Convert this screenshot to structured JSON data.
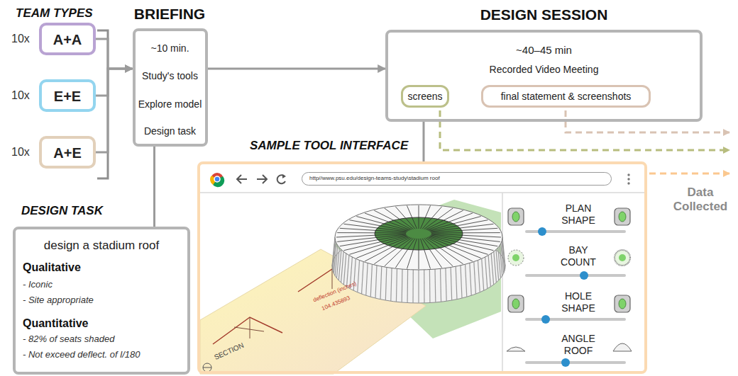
{
  "diagram": {
    "nodes": [
      {
        "text": [
          "A+A"
        ]
      },
      {
        "text": [
          "E+E"
        ]
      },
      {
        "text": [
          "A+E"
        ]
      },
      {
        "text": [
          "BRIEFING",
          "~10 min.",
          "Study's tools",
          "Explore model",
          "Design task"
        ]
      },
      {
        "text": [
          "DESIGN SESSION",
          "~40–45 min",
          "Recorded Video Meeting"
        ]
      },
      {
        "text": [
          "screens"
        ],
        "in": 4
      },
      {
        "text": [
          "final statement & screenshots"
        ],
        "in": 4
      },
      {
        "text": [
          "SAMPLE TOOL INTERFACE"
        ]
      },
      {
        "text": [
          "http//www.psu.edu/design-teams-study\\stadium roof"
        ],
        "in": 7
      },
      {
        "text": [
          "DESIGN TASK",
          "design a stadium roof",
          "Qualitative",
          "- Iconic",
          "- Site appropriate",
          "Quantitative",
          "- 82% of seats shaded",
          "- Not exceed deflect. of l/180"
        ]
      }
    ],
    "edges": [
      {
        "from": 0,
        "to": 3,
        "arrow": "to"
      },
      {
        "from": 1,
        "to": 3,
        "arrow": "to"
      },
      {
        "from": 2,
        "to": 3,
        "arrow": "to"
      },
      {
        "from": 3,
        "to": 4,
        "arrow": "to"
      },
      {
        "from": 3,
        "to": 9,
        "arrow": "none"
      },
      {
        "from": 4,
        "to": 7,
        "arrow": "none"
      }
    ],
    "labels": [
      "TEAM TYPES",
      "10x",
      "10x",
      "10x",
      "Data Collected",
      "PLAN SHAPE",
      "BAY COUNT",
      "HOLE SHAPE",
      "ANGLE ROOF",
      "SECTION",
      "deflection (inches)",
      "104.435893"
    ]
  }
}
